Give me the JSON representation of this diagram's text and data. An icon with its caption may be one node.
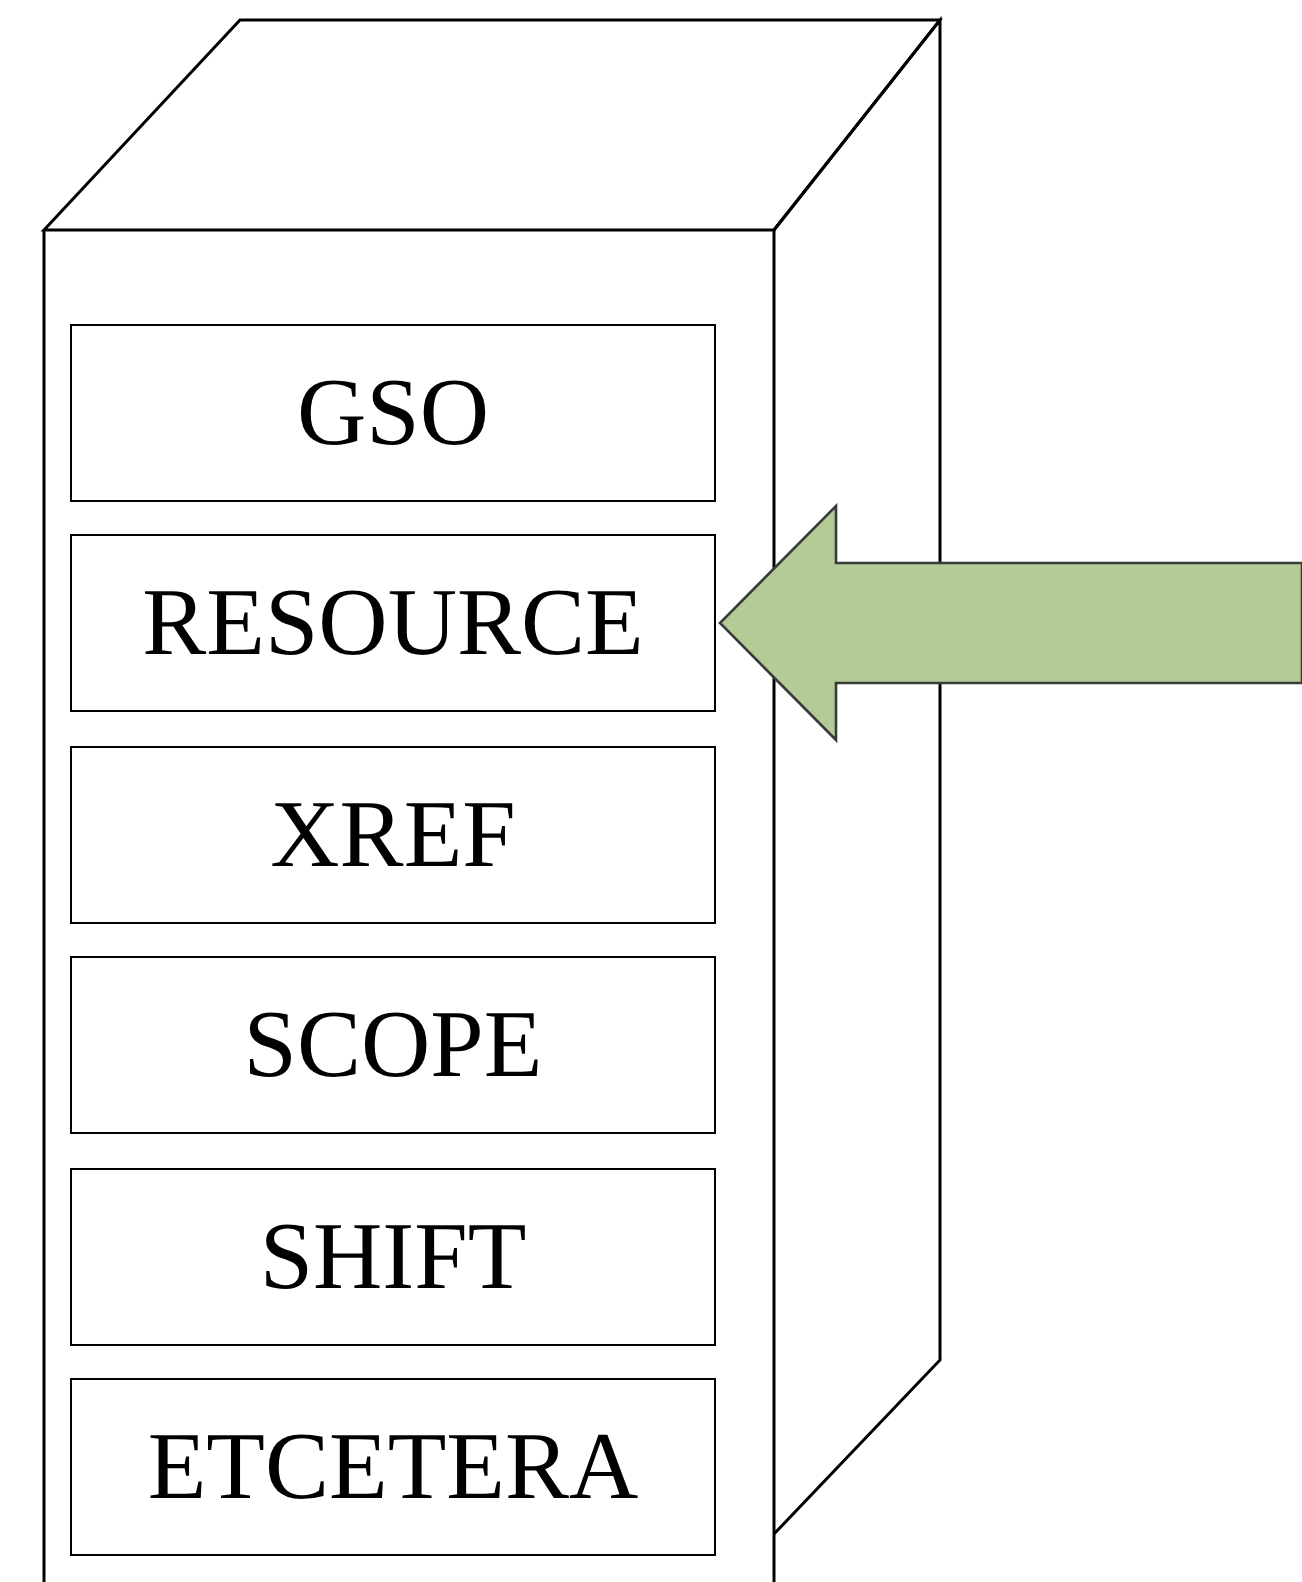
{
  "diagram": {
    "nodes": [
      {
        "text": [],
        "shape": "box"
      },
      {
        "text": [
          "GSO"
        ],
        "in": 0
      },
      {
        "text": [
          "RESOURCE"
        ],
        "in": 0
      },
      {
        "text": [
          "XREF"
        ],
        "in": 0
      },
      {
        "text": [
          "SCOPE"
        ],
        "in": 0
      },
      {
        "text": [
          "SHIFT"
        ],
        "in": 0
      },
      {
        "text": [
          "ETCETERA"
        ],
        "in": 0
      }
    ],
    "edges": [
      {
        "from": null,
        "to": 2,
        "arrow": "to",
        "style": "thick",
        "color": "#b3cb95"
      }
    ]
  }
}
